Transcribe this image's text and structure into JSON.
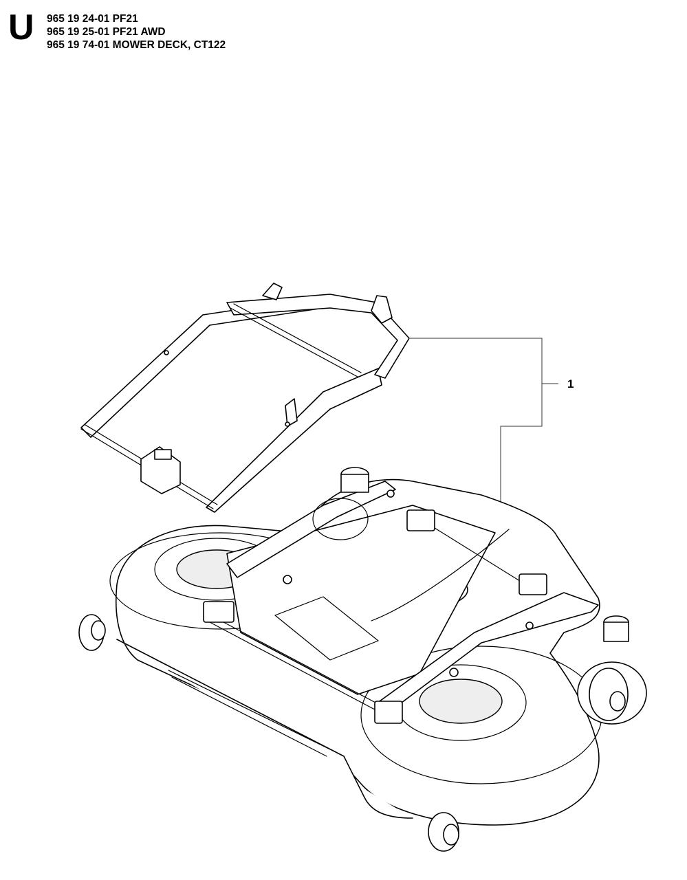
{
  "section_letter": "U",
  "header_lines": [
    "965 19 24-01 PF21",
    "965 19 25-01 PF21 AWD",
    "965 19 74-01 MOWER DECK, CT122"
  ],
  "callouts": [
    {
      "label": "1"
    }
  ]
}
